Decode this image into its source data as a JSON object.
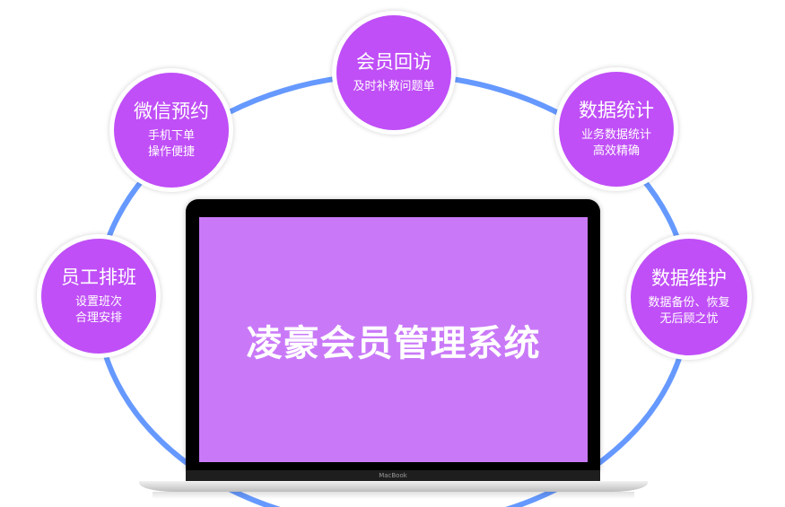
{
  "colors": {
    "node": "#c04ff7",
    "screen": "#c979f8",
    "arc": "#6699ff"
  },
  "laptop": {
    "screen_title": "凌豪会员管理系统",
    "brand": "MacBook"
  },
  "nodes": [
    {
      "title": "会员回访",
      "lines": [
        "及时补救问题单"
      ]
    },
    {
      "title": "微信预约",
      "lines": [
        "手机下单",
        "操作便捷"
      ]
    },
    {
      "title": "数据统计",
      "lines": [
        "业务数据统计",
        "高效精确"
      ]
    },
    {
      "title": "员工排班",
      "lines": [
        "设置班次",
        "合理安排"
      ]
    },
    {
      "title": "数据维护",
      "lines": [
        "数据备份、恢复",
        "无后顾之忧"
      ]
    }
  ]
}
